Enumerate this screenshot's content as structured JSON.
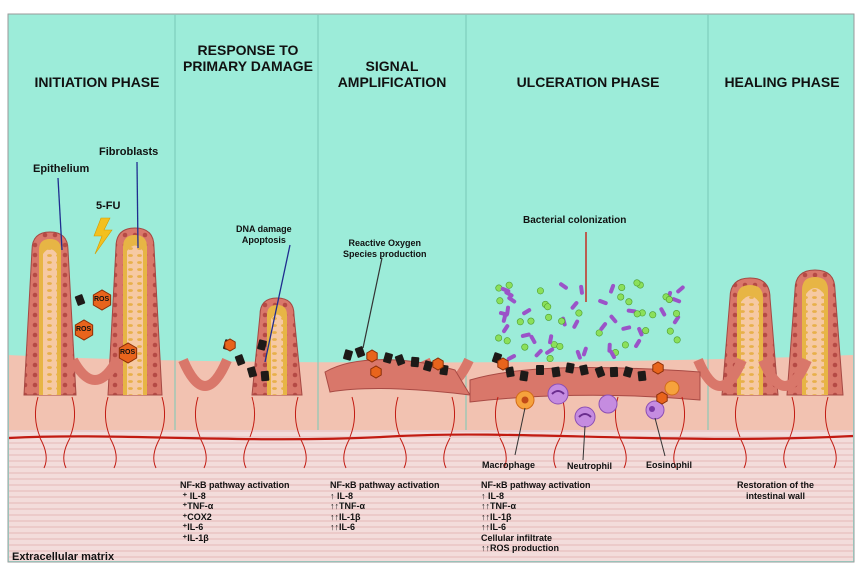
{
  "phases": [
    "INITIATION PHASE",
    "RESPONSE TO PRIMARY DAMAGE",
    "SIGNAL AMPLIFICATION",
    "ULCERATION PHASE",
    "HEALING PHASE"
  ],
  "labels": {
    "epithelium": "Epithelium",
    "fibroblasts": "Fibroblasts",
    "drug": "5-FU",
    "dna_damage": "DNA damage\nApoptosis",
    "ros_production": "Reactive Oxygen\nSpecies production",
    "bacterial": "Bacterial colonization",
    "macrophage": "Macrophage",
    "neutrophil": "Neutrophil",
    "eosinophil": "Eosinophil",
    "ros_badge": "ROS",
    "extracellular_matrix": "Extracellular matrix"
  },
  "blocks": {
    "response": "NF-κB pathway activation\n ⁺ IL-8\n ⁺TNF-α\n ⁺COX2\n ⁺IL-6\n ⁺IL-1β",
    "amplification": "NF-κB pathway activation\n↑ IL-8\n↑↑TNF-α\n↑↑IL-1β\n↑↑IL-6",
    "ulceration": "NF-κB pathway activation\n↑ IL-8\n↑↑TNF-α\n↑↑IL-1β\n↑↑IL-6\nCellular infiltrate\n↑↑ROS production",
    "healing": "Restoration of the\nintestinal wall"
  },
  "colors": {
    "lumen": "#9cecd9",
    "matrix": "#f1d7d6",
    "epithelium": "#d9776a",
    "submucosa": "#f0a98c",
    "stroma": "#eec06a",
    "vessel": "#c21b12",
    "bacteria_green": "#8be05a",
    "bacteria_purple": "#9b53c8"
  }
}
